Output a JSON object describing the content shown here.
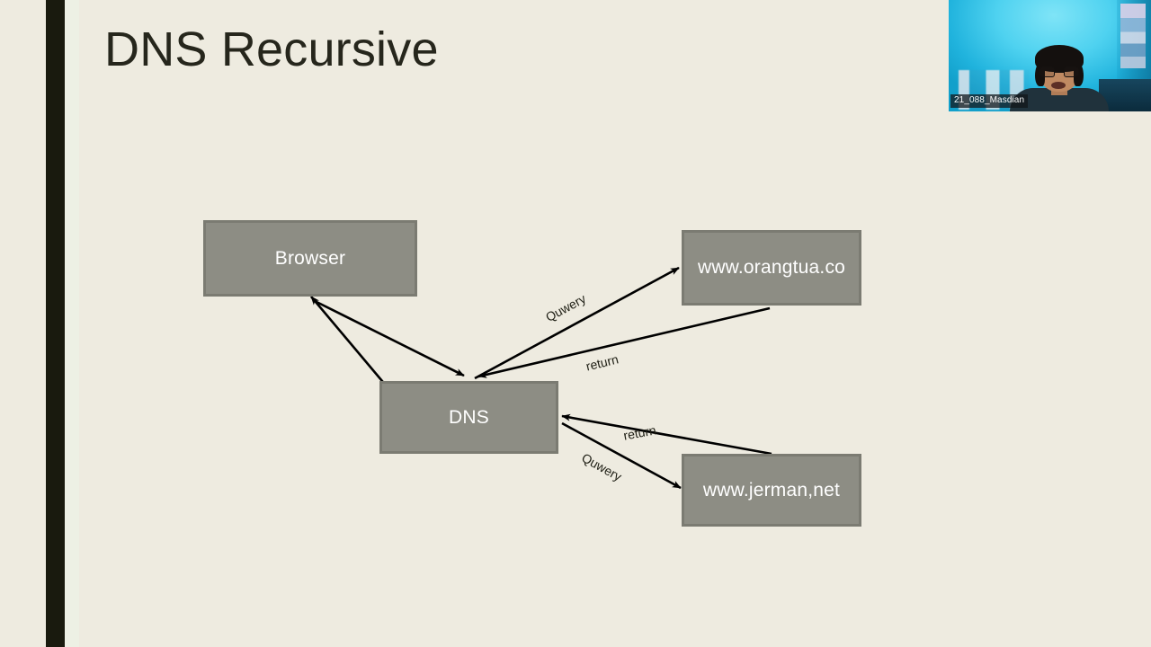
{
  "slide": {
    "title": "DNS Recursive",
    "background_color": "#eeebe0",
    "accent_stripe_color": "#191a0e",
    "title_color": "#26261c"
  },
  "diagram": {
    "node_fill_color": "#8d8d84",
    "node_border_color": "#7b7b72",
    "node_text_color": "#ffffff",
    "edge_color": "#000000",
    "nodes": [
      {
        "id": "browser",
        "label": "Browser"
      },
      {
        "id": "dns",
        "label": "DNS"
      },
      {
        "id": "orangtua",
        "label": "www.orangtua.co"
      },
      {
        "id": "jerman",
        "label": "www.jerman,net"
      }
    ],
    "edges": [
      {
        "id": "browser-to-dns",
        "from": "Browser",
        "to": "DNS",
        "label": ""
      },
      {
        "id": "dns-to-browser",
        "from": "DNS",
        "to": "Browser",
        "label": ""
      },
      {
        "id": "dns-to-orangtua",
        "from": "DNS",
        "to": "www.orangtua.co",
        "label": "Quwery"
      },
      {
        "id": "orangtua-to-dns",
        "from": "www.orangtua.co",
        "to": "DNS",
        "label": "return"
      },
      {
        "id": "jerman-to-dns",
        "from": "www.jerman,net",
        "to": "DNS",
        "label": "return"
      },
      {
        "id": "dns-to-jerman",
        "from": "DNS",
        "to": "www.jerman,net",
        "label": "Quwery"
      }
    ]
  },
  "webcam": {
    "participant_name": "21_088_Masdian"
  }
}
